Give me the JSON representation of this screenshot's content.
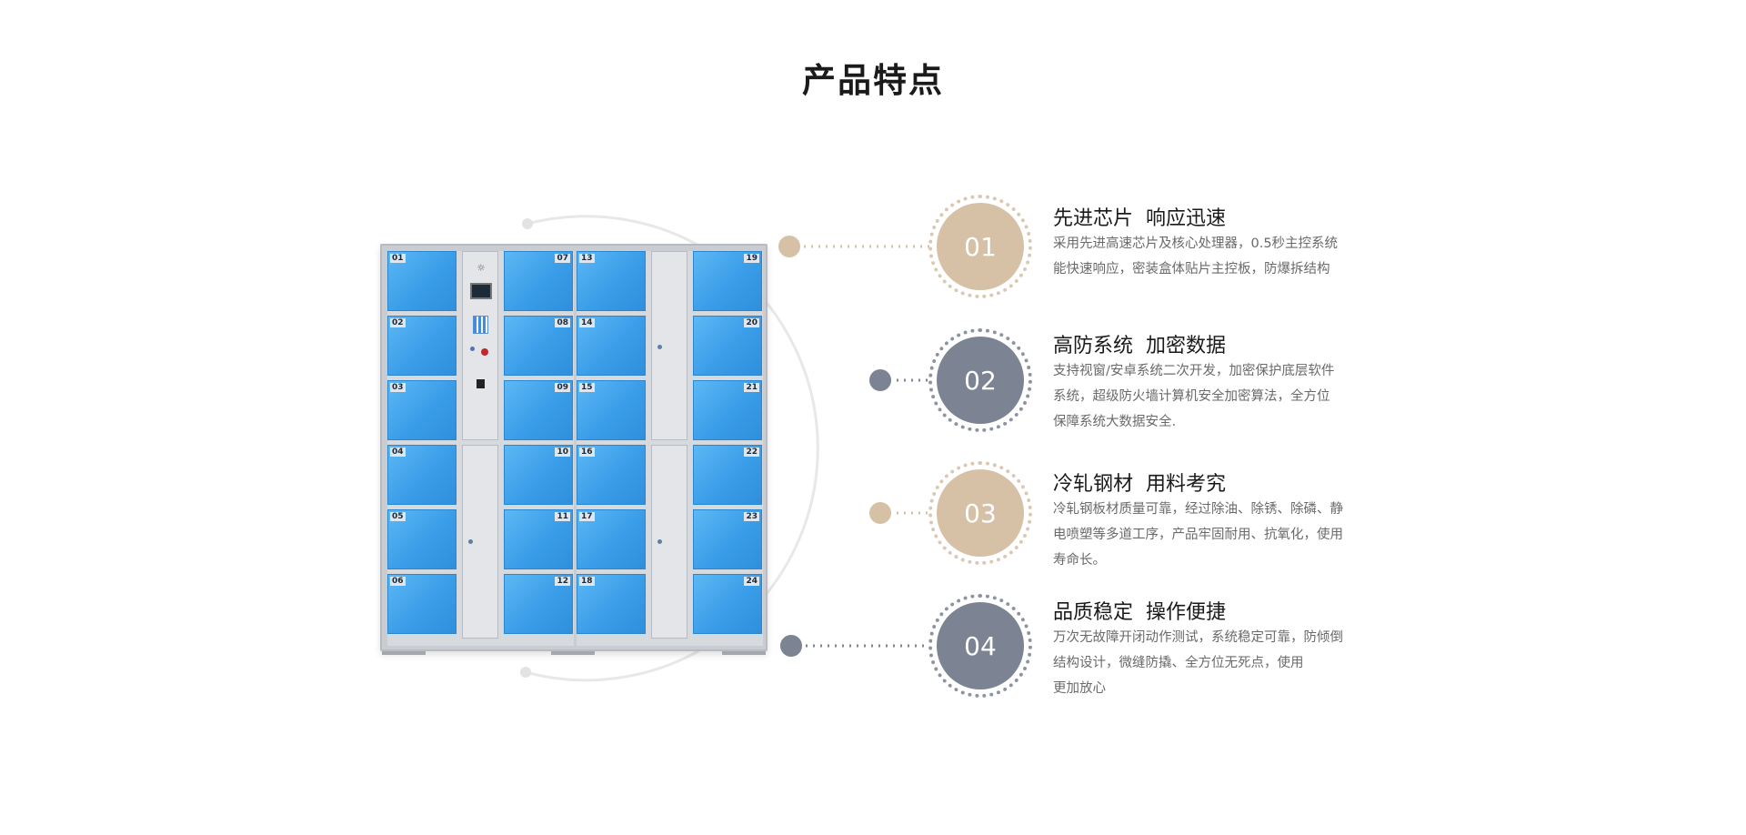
{
  "page": {
    "title": "产品特点"
  },
  "locker": {
    "left_numbers": [
      "01",
      "02",
      "03",
      "04",
      "05",
      "06"
    ],
    "mid_numbers": [
      "07",
      "08",
      "09",
      "10",
      "11",
      "12"
    ],
    "right_a_numbers": [
      "13",
      "14",
      "15",
      "16",
      "17",
      "18"
    ],
    "right_b_numbers": [
      "19",
      "20",
      "21",
      "22",
      "23",
      "24"
    ]
  },
  "features": [
    {
      "number": "01",
      "title": "先进芯片  响应迅速",
      "lines": [
        "采用先进高速芯片及核心处理器，0.5秒主控系统",
        "能快速响应，密装盒体贴片主控板，防爆拆结构"
      ]
    },
    {
      "number": "02",
      "title": "高防系统  加密数据",
      "lines": [
        "支持视窗/安卓系统二次开发，加密保护底层软件",
        "系统，超级防火墙计算机安全加密算法，全方位",
        "保障系统大数据安全."
      ]
    },
    {
      "number": "03",
      "title": "冷轧钢材  用料考究",
      "lines": [
        "冷轧钢板材质量可靠，经过除油、除锈、除磷、静",
        "电喷塑等多道工序，产品牢固耐用、抗氧化，使用",
        "寿命长。"
      ]
    },
    {
      "number": "04",
      "title": "品质稳定  操作便捷",
      "lines": [
        "万次无故障开闭动作测试，系统稳定可靠，防倾倒",
        "结构设计，微缝防撬、全方位无死点，使用",
        "更加放心"
      ]
    }
  ],
  "colors": {
    "tan": "#d6c1a6",
    "gray": "#7c8392",
    "arc": "#e6e6e6"
  }
}
